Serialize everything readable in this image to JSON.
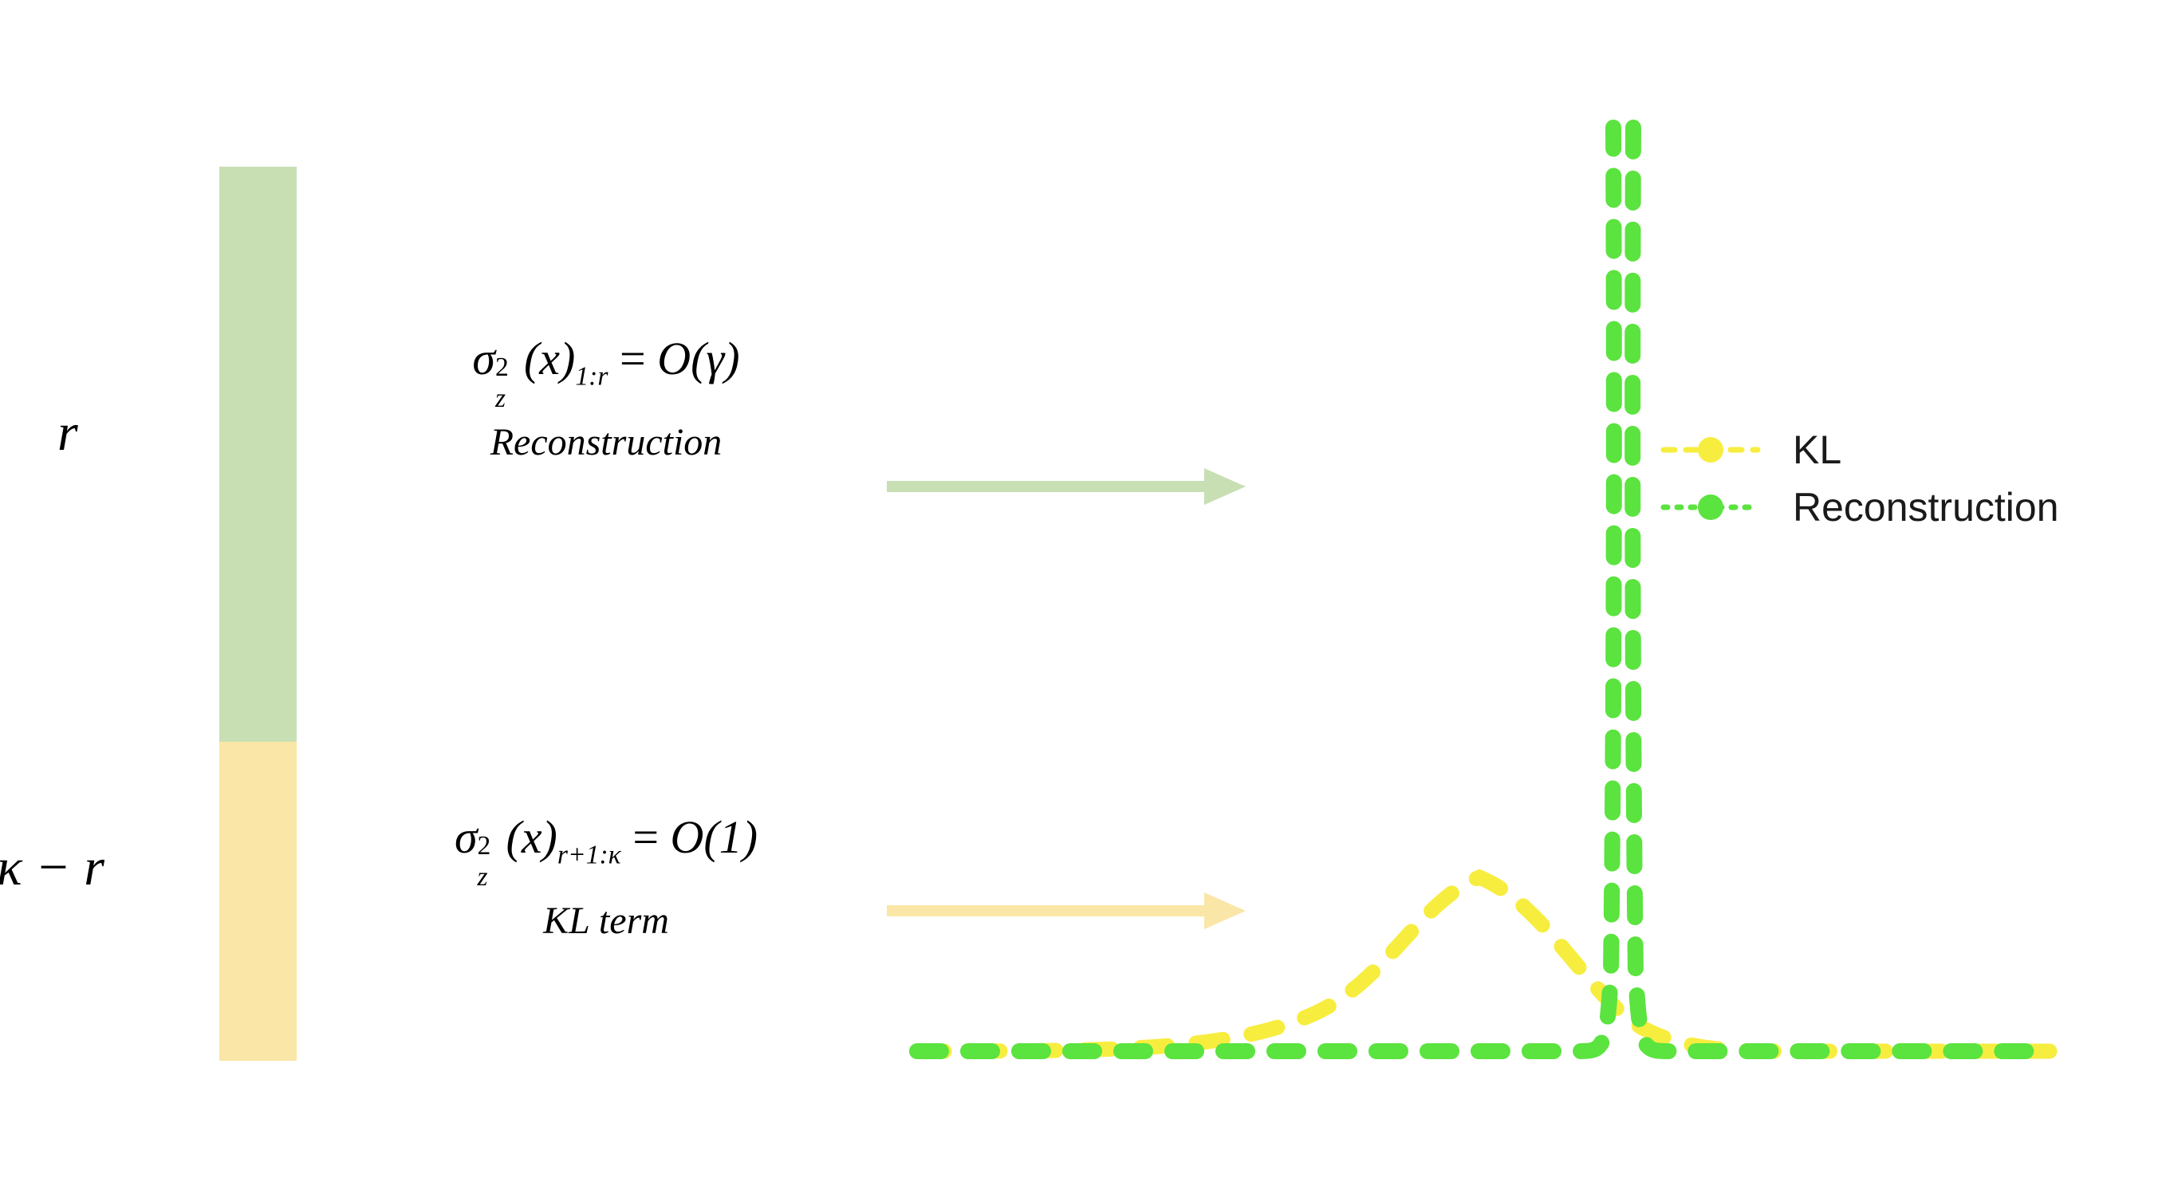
{
  "figure": {
    "type": "diagram",
    "description": "Latent variance partition diagram with stacked bar, labeled arrows, and distribution plot"
  },
  "bar": {
    "segments": [
      {
        "name": "reconstruction-segment",
        "label": "r",
        "color": "#c8dfb4",
        "fraction": 0.643
      },
      {
        "name": "kl-segment",
        "label": "κ − r",
        "color": "#fae6a6",
        "fraction": 0.357
      }
    ],
    "top_label": "r",
    "bottom_label": "κ − r"
  },
  "branches": [
    {
      "key": "reconstruction",
      "formula": {
        "sigma": "σ",
        "exponent": "2",
        "subscript_var": "z",
        "argument": "(x)",
        "index": "1:r",
        "equals": "=",
        "order": "O(γ)",
        "plain": "σ²_z(x)_{1:r} = O(γ)"
      },
      "caption": "Reconstruction",
      "arrow_color": "#c8dfb4"
    },
    {
      "key": "kl",
      "formula": {
        "sigma": "σ",
        "exponent": "2",
        "subscript_var": "z",
        "argument": "(x)",
        "index": "r+1:κ",
        "equals": "=",
        "order": "O(1)",
        "plain": "σ²_z(x)_{r+1:κ} = O(1)"
      },
      "caption": "KL term",
      "arrow_color": "#fae6a6"
    }
  ],
  "legend": {
    "position": "right",
    "items": [
      {
        "label": "KL",
        "color": "#f7ed3f",
        "style": "dashed",
        "marker": "circle"
      },
      {
        "label": "Reconstruction",
        "color": "#5be33f",
        "style": "dotted",
        "marker": "circle"
      }
    ]
  },
  "chart_data": {
    "type": "line",
    "title": "",
    "xlabel": "",
    "ylabel": "",
    "grid": false,
    "legend_position": "right",
    "series": [
      {
        "name": "Reconstruction",
        "color": "#5be33f",
        "style": "dashed",
        "description": "Extremely narrow, tall spike (near delta function) centered just right of plot middle",
        "peak_x": 0.615,
        "peak_y": 1.0,
        "width": 0.02,
        "baseline_y": 0.0
      },
      {
        "name": "KL",
        "color": "#f7ed3f",
        "style": "dashed",
        "description": "Broad, low Gaussian bump peaking left of the green spike",
        "peak_x": 0.49,
        "peak_y": 0.18,
        "width": 0.16,
        "baseline_y": 0.0
      }
    ],
    "xlim": [
      0,
      1
    ],
    "ylim": [
      0,
      1.05
    ]
  }
}
